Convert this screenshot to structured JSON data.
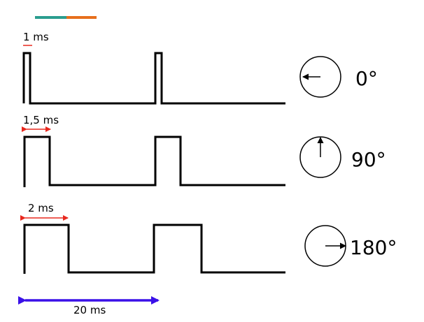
{
  "colors": {
    "wave": "#000000",
    "width_marker": "#e8281e",
    "period_marker": "#3a10e8",
    "deco_left": "#2a9d8f",
    "deco_right": "#e76f1c"
  },
  "rows": [
    {
      "pulse_label": "1 ms",
      "angle_label": "0°",
      "pulse_ms": 1,
      "needle": "left-arrow-needle-icon"
    },
    {
      "pulse_label": "1,5 ms",
      "angle_label": "90°",
      "pulse_ms": 1.5,
      "needle": "up-arrow-needle-icon"
    },
    {
      "pulse_label": "2 ms",
      "angle_label": "180°",
      "pulse_ms": 2,
      "needle": "right-arrow-needle-icon"
    }
  ],
  "period": {
    "label": "20 ms",
    "ms": 20
  }
}
